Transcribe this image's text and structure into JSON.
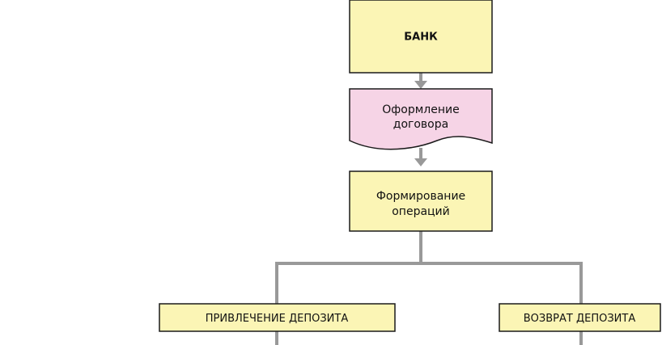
{
  "diagram": {
    "nodes": {
      "bank": {
        "label": "БАНК"
      },
      "contract": {
        "line1": "Оформление",
        "line2": "договора"
      },
      "operations": {
        "line1": "Формирование",
        "line2": "операций"
      },
      "deposit_attraction": {
        "label": "ПРИВЛЕЧЕНИЕ ДЕПОЗИТА"
      },
      "deposit_return": {
        "label": "ВОЗВРАТ ДЕПОЗИТА"
      }
    },
    "colors": {
      "process_fill": "#fbf5b5",
      "document_fill": "#f6d4e6",
      "border": "#1a1a1a",
      "connector": "#999999"
    }
  }
}
